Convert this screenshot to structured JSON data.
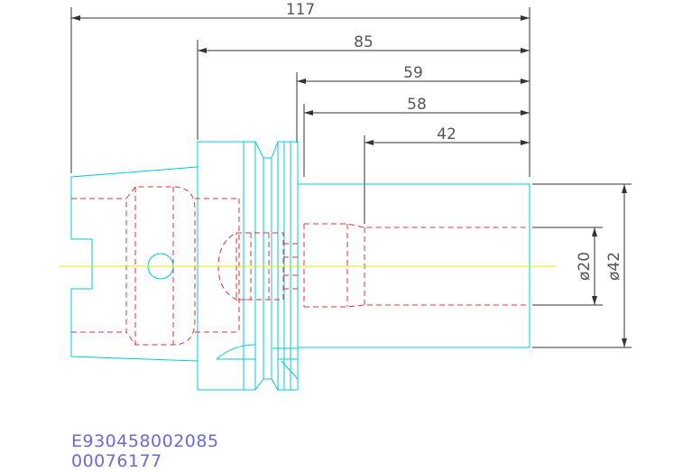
{
  "dimensions": {
    "len_117": "117",
    "len_85": "85",
    "len_59": "59",
    "len_58": "58",
    "len_42": "42",
    "dia_20": "ø20",
    "dia_42": "ø42"
  },
  "codes": {
    "part_number": "E930458002085",
    "serial": "00076177"
  },
  "colors": {
    "outline": "#00c8d8",
    "hidden": "#e0303a",
    "centerline": "#e8e800",
    "dimension": "#404040",
    "code_text": "#6a6ad8"
  }
}
